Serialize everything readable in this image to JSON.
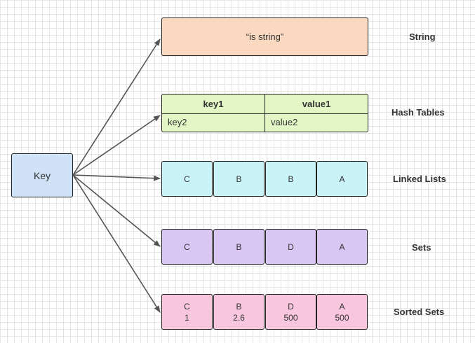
{
  "key_label": "Key",
  "string": {
    "value": "“is string”",
    "label": "String"
  },
  "hash": {
    "header": [
      "key1",
      "value1"
    ],
    "row": [
      "key2",
      "value2"
    ],
    "label": "Hash Tables"
  },
  "linked_list": {
    "items": [
      "C",
      "B",
      "B",
      "A"
    ],
    "label": "Linked Lists"
  },
  "sets": {
    "items": [
      "C",
      "B",
      "D",
      "A"
    ],
    "label": "Sets"
  },
  "sorted_sets": {
    "items": [
      {
        "member": "C",
        "score": "1"
      },
      {
        "member": "B",
        "score": "2.6"
      },
      {
        "member": "D",
        "score": "500"
      },
      {
        "member": "A",
        "score": "500"
      }
    ],
    "label": "Sorted Sets"
  },
  "colors": {
    "key": "#cfe2f7",
    "string": "#fbd9c0",
    "hash": "#e2f6c6",
    "linked_list": "#c9f3f6",
    "sets": "#dac6f3",
    "sorted_sets": "#f8c7dd",
    "arrow": "#555555"
  }
}
